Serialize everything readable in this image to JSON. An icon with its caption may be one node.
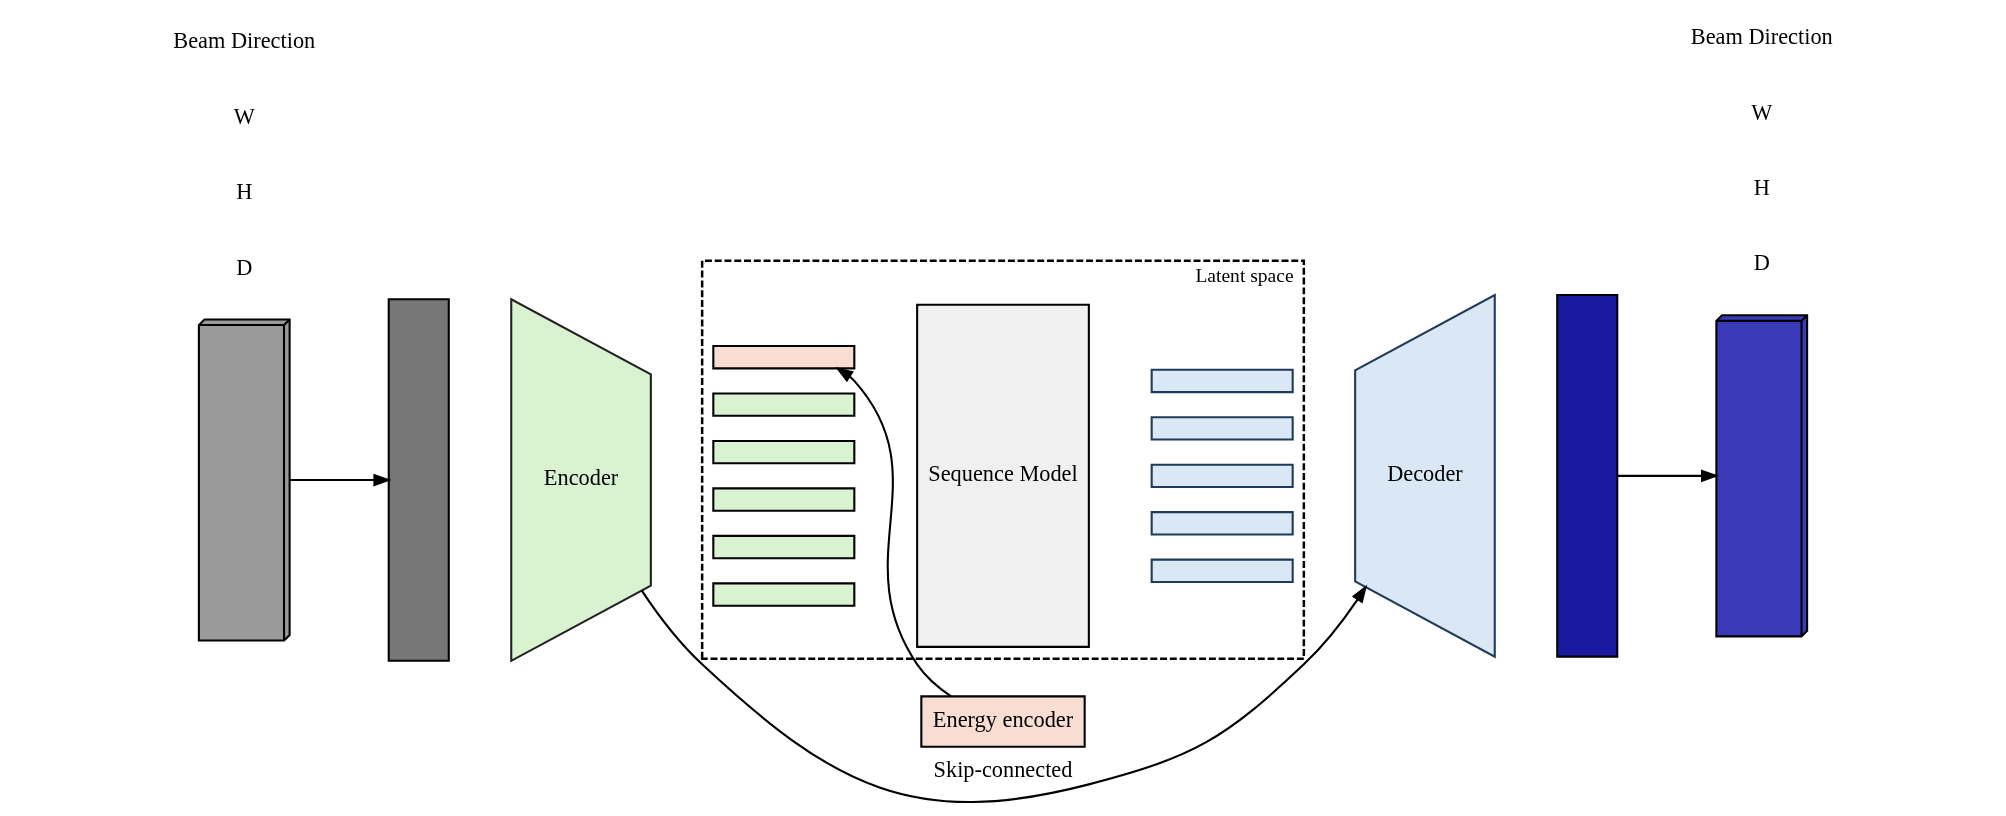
{
  "diagram": {
    "nodes": [
      {
        "text": [],
        "shape": "picture"
      },
      {
        "text": [],
        "shape": "box"
      },
      {
        "text": [
          "Encoder"
        ]
      },
      {
        "text": [
          "Energy encoder"
        ]
      },
      {
        "text": [
          "Latent space"
        ]
      },
      {
        "text": [],
        "shape": "bar",
        "in": 4
      },
      {
        "text": [],
        "shape": "bar",
        "in": 4
      },
      {
        "text": [],
        "shape": "bar",
        "in": 4
      },
      {
        "text": [],
        "shape": "bar",
        "in": 4
      },
      {
        "text": [],
        "shape": "bar",
        "in": 4
      },
      {
        "text": [],
        "shape": "bar",
        "in": 4
      },
      {
        "text": [
          "Sequence Model"
        ],
        "in": 4
      },
      {
        "text": [],
        "shape": "bar",
        "in": 4
      },
      {
        "text": [],
        "shape": "bar",
        "in": 4
      },
      {
        "text": [],
        "shape": "bar",
        "in": 4
      },
      {
        "text": [],
        "shape": "bar",
        "in": 4
      },
      {
        "text": [],
        "shape": "bar",
        "in": 4
      },
      {
        "text": [
          "Decoder"
        ]
      },
      {
        "text": [],
        "shape": "box"
      },
      {
        "text": [],
        "shape": "picture"
      }
    ],
    "edges": [
      {
        "from": 0,
        "to": 1,
        "arrow": "to"
      },
      {
        "from": 3,
        "to": 5,
        "arrow": "to"
      },
      {
        "from": 2,
        "to": 17,
        "label": "Skip-connected",
        "arrow": "to"
      },
      {
        "from": 18,
        "to": 19,
        "arrow": "to"
      }
    ],
    "labels": [
      "D",
      "H",
      "W",
      "Beam Direction",
      "D",
      "H",
      "W",
      "Beam Direction"
    ]
  }
}
